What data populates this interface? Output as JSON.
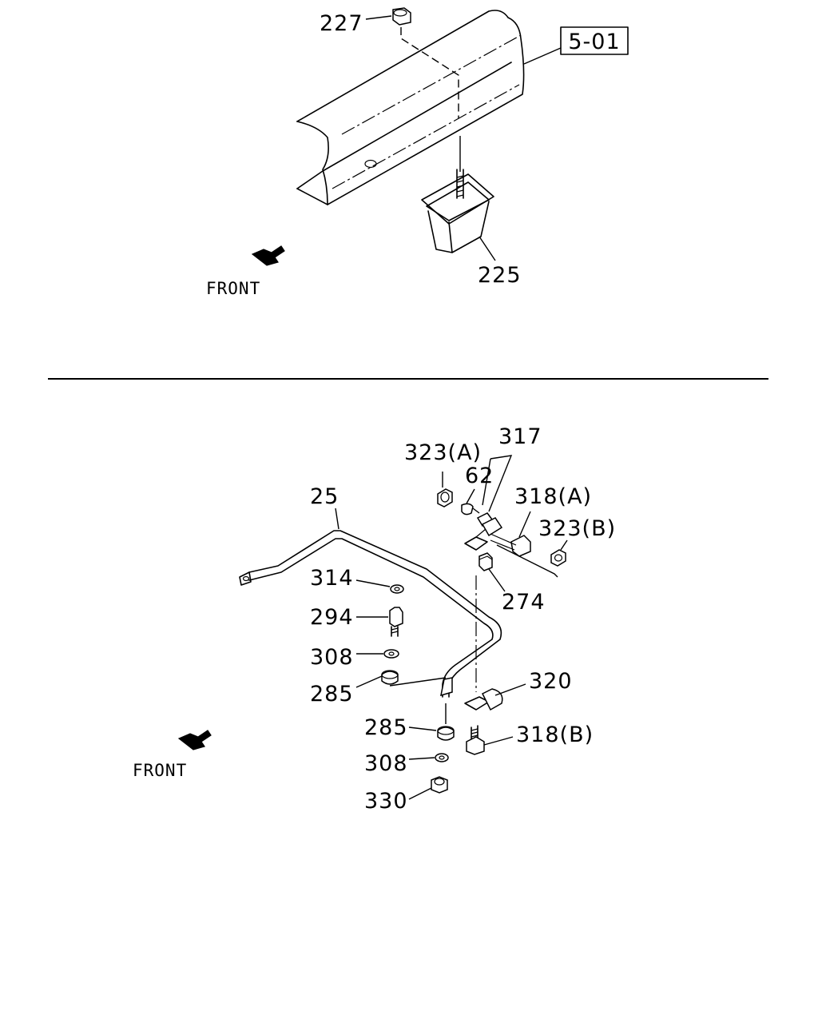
{
  "top_section": {
    "reference_box": "5-01",
    "front_label": "FRONT",
    "callouts": {
      "c227": "227",
      "c225": "225"
    }
  },
  "bottom_section": {
    "front_label": "FRONT",
    "callouts": {
      "c317": "317",
      "c323a": "323(A)",
      "c62": "62",
      "c318a": "318(A)",
      "c323b": "323(B)",
      "c25": "25",
      "c314": "314",
      "c274": "274",
      "c294": "294",
      "c308a": "308",
      "c285a": "285",
      "c320": "320",
      "c285b": "285",
      "c318b": "318(B)",
      "c308b": "308",
      "c330": "330"
    }
  }
}
